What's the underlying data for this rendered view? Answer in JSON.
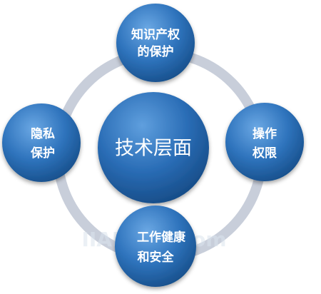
{
  "diagram": {
    "center": {
      "label": "技术层面"
    },
    "nodes": {
      "top": {
        "line1": "知识产权",
        "line2": "的保护"
      },
      "left": {
        "line1": "隐私",
        "line2": "保护"
      },
      "right": {
        "line1": "操作",
        "line2": "权限"
      },
      "bottom": {
        "line1": "工作健康",
        "line2": "和安全"
      }
    },
    "watermark": "IIANews.com"
  },
  "colors": {
    "ring": "#c8ceda",
    "circle_dark": "#1b5e9e",
    "circle_light": "#4f91d1"
  }
}
